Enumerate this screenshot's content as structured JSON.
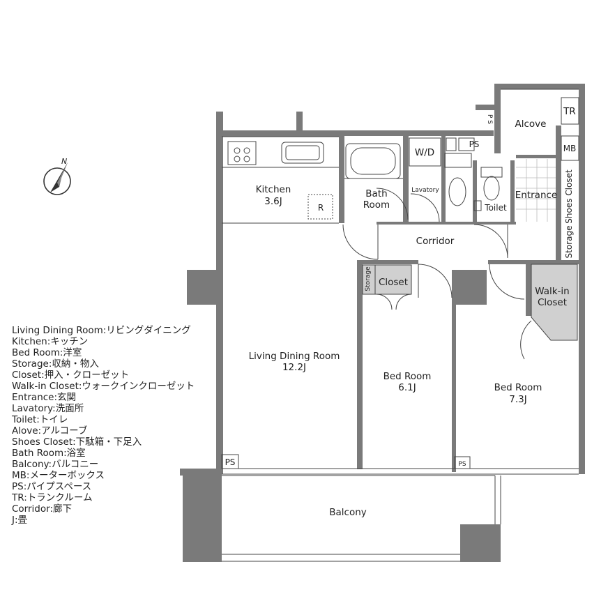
{
  "compass": {
    "label": "N"
  },
  "rooms": {
    "kitchen": {
      "name": "Kitchen",
      "size": "3.6J"
    },
    "refrigerator": "R",
    "bath": {
      "line1": "Bath",
      "line2": "Room"
    },
    "wd": "W/D",
    "lavatory": "Lavatory",
    "ps_top": "PS",
    "ps_vertical_top": "P S",
    "alcove": "Alcove",
    "tr": "TR",
    "mb": "MB",
    "toilet": "Toilet",
    "entrance": "Entrance",
    "shoes_closet": "Shoes Closet",
    "storage_right": "Storage",
    "corridor": "Corridor",
    "storage_small": "Storage",
    "closet": "Closet",
    "walkin": {
      "line1": "Walk-in",
      "line2": "Closet"
    },
    "living": {
      "name": "Living Dining Room",
      "size": "12.2J"
    },
    "bed1": {
      "name": "Bed Room",
      "size": "6.1J"
    },
    "bed2": {
      "name": "Bed Room",
      "size": "7.3J"
    },
    "ps_living": "PS",
    "ps_bed2": "PS",
    "balcony": "Balcony"
  },
  "legend": [
    "Living Dining Room:リビングダイニング",
    "Kitchen:キッチン",
    "Bed Room:洋室",
    "Storage:収納・物入",
    "Closet:押入・クローゼット",
    "Walk-in Closet:ウォークインクローゼット",
    "Entrance:玄関",
    "Lavatory:洗面所",
    "Toilet:トイレ",
    "Alove:アルコーブ",
    "Shoes Closet:下駄箱・下足入",
    "Bath Room:浴室",
    "Balcony:バルコニー",
    "MB:メーターボックス",
    "PS:パイプスペース",
    "TR:トランクルーム",
    "Corridor:廊下",
    "J:畳"
  ]
}
